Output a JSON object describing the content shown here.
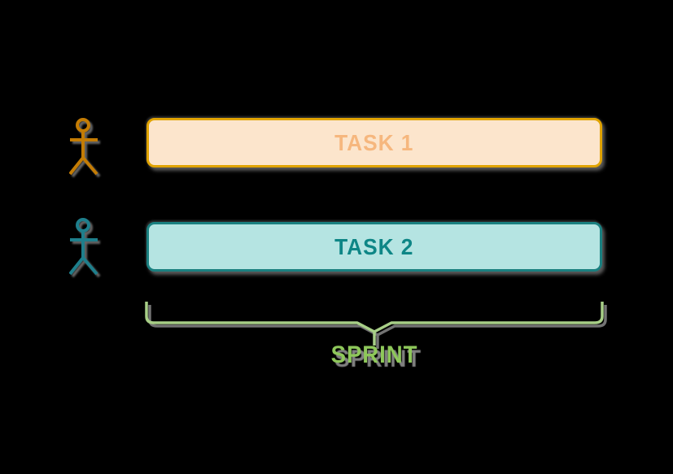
{
  "background_color": "#000000",
  "actors": [
    {
      "icon": "person-icon",
      "color": "#C47C04",
      "assigned_task": "TASK 1"
    },
    {
      "icon": "person-icon",
      "color": "#1E7F8C",
      "assigned_task": "TASK 2"
    }
  ],
  "tasks": [
    {
      "label": "TASK 1",
      "fill": "#FCE5CC",
      "border": "#E0A300",
      "text_color": "#F6B77E"
    },
    {
      "label": "TASK 2",
      "fill": "#B5E4E2",
      "border": "#1A8080",
      "text_color": "#0E8686"
    }
  ],
  "bracket": {
    "label": "SPRINT",
    "line_color": "#A8CF87",
    "text_color": "#8EC75A"
  }
}
